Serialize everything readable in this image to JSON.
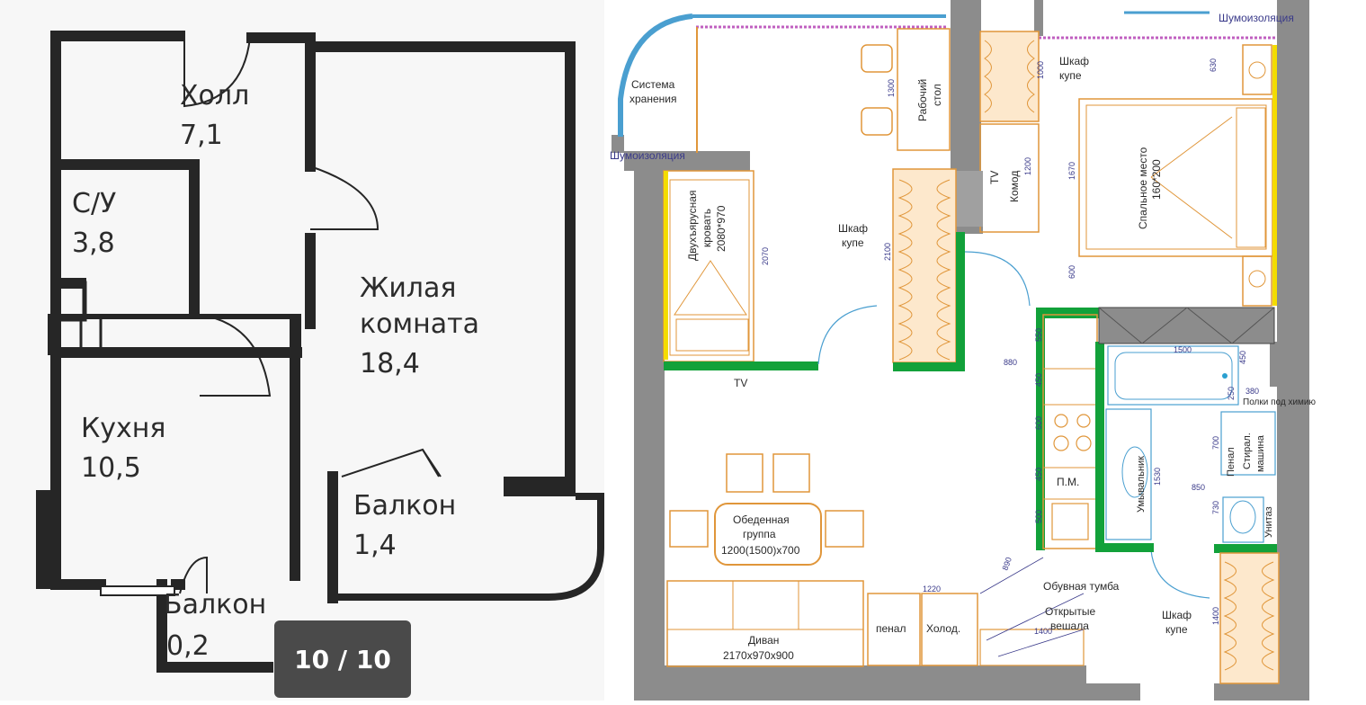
{
  "gallery": {
    "counter": "10 / 10"
  },
  "original_plan": {
    "rooms": [
      {
        "name": "Холл",
        "area": "7,1"
      },
      {
        "name": "С/У",
        "area": "3,8"
      },
      {
        "name": "Жилая",
        "name2": "комната",
        "area": "18,4"
      },
      {
        "name": "Кухня",
        "area": "10,5"
      },
      {
        "name": "Балкон",
        "area": "1,4"
      },
      {
        "name": "Балкон",
        "area": "0,2"
      }
    ]
  },
  "design_plan": {
    "labels": {
      "storage": "Система",
      "storage2": "хранения",
      "noise_left": "Шумоизоляция",
      "noise_top": "Шумоизоляция",
      "desk": "Рабочий",
      "desk2": "стол",
      "wardrobe_top": "Шкаф",
      "wardrobe_top2": "купе",
      "tv_top": "TV",
      "dresser": "Комод",
      "bunk": "Двухъярусная",
      "bunk2": "кровать",
      "bunk3": "2080*970",
      "wardrobe_mid": "Шкаф",
      "wardrobe_mid2": "купе",
      "bed": "Спальное место",
      "bed2": "160*200",
      "tv_bottom": "TV",
      "shelves": "Полки под химию",
      "washer": "Стирал.",
      "washer2": "машина",
      "pencil_case": "Пенал",
      "sink": "Умывальник",
      "toilet": "Унитаз",
      "dishwasher": "П.М.",
      "dining": "Обеденная",
      "dining2": "группа",
      "dining3": "1200(1500)х700",
      "shoe": "Обувная тумба",
      "hangers": "Открытые",
      "hangers2": "вешала",
      "wardrobe_bot": "Шкаф",
      "wardrobe_bot2": "купе",
      "sofa": "Диван",
      "sofa2": "2170х970х900",
      "penal": "пенал",
      "fridge": "Холод."
    },
    "dimensions": {
      "d1300": "1300",
      "d1000": "1000",
      "d630": "630",
      "d1200": "1200",
      "d1670": "1670",
      "d2070": "2070",
      "d2100": "2100",
      "d600a": "600",
      "d550": "550",
      "d880": "880",
      "d1500": "1500",
      "d450a": "450",
      "d450b": "450",
      "d250": "250",
      "d380": "380",
      "d600b": "600",
      "d700": "700",
      "d1530": "1530",
      "d450c": "450",
      "d850": "850",
      "d730": "730",
      "d500": "500",
      "d890": "890",
      "d1220": "1220",
      "d1400a": "1400",
      "d1400b": "1400"
    }
  }
}
